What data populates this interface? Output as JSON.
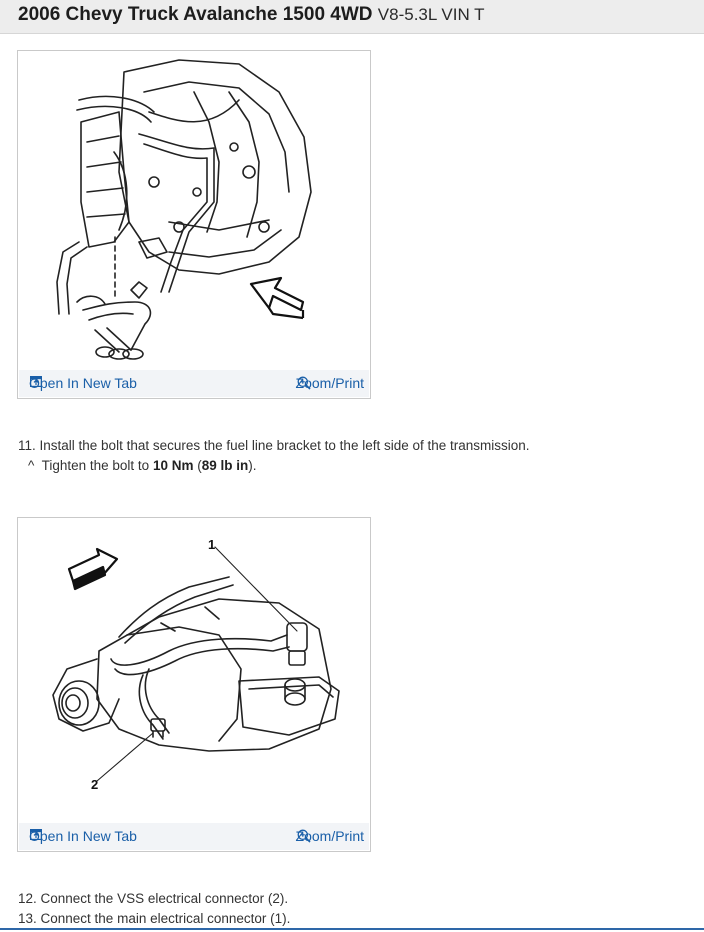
{
  "header": {
    "title_main": "2006 Chevy Truck Avalanche 1500 4WD",
    "title_sub": "V8-5.3L VIN T"
  },
  "figures": [
    {
      "open_label": "Open In New Tab",
      "zoom_label": "Zoom/Print"
    },
    {
      "open_label": "Open In New Tab",
      "zoom_label": "Zoom/Print",
      "callouts": [
        "1",
        "2"
      ]
    }
  ],
  "steps_a": {
    "step11": "11. Install the bolt that secures the fuel line bracket to the left side of the transmission.",
    "sub_bullet": "^",
    "sub_prefix": "Tighten the bolt to ",
    "sub_bold_a": "10 Nm",
    "sub_mid": " (",
    "sub_bold_b": "89 lb in",
    "sub_suffix": ")."
  },
  "steps_b": {
    "step12": "12. Connect the VSS electrical connector (2).",
    "step13": "13. Connect the main electrical connector (1)."
  },
  "icons": {
    "open": "open-new-tab-icon",
    "zoom": "zoom-magnifier-icon"
  },
  "colors": {
    "link": "#1a5fa8",
    "header_bg": "#ededed",
    "rule": "#2e67a8"
  }
}
